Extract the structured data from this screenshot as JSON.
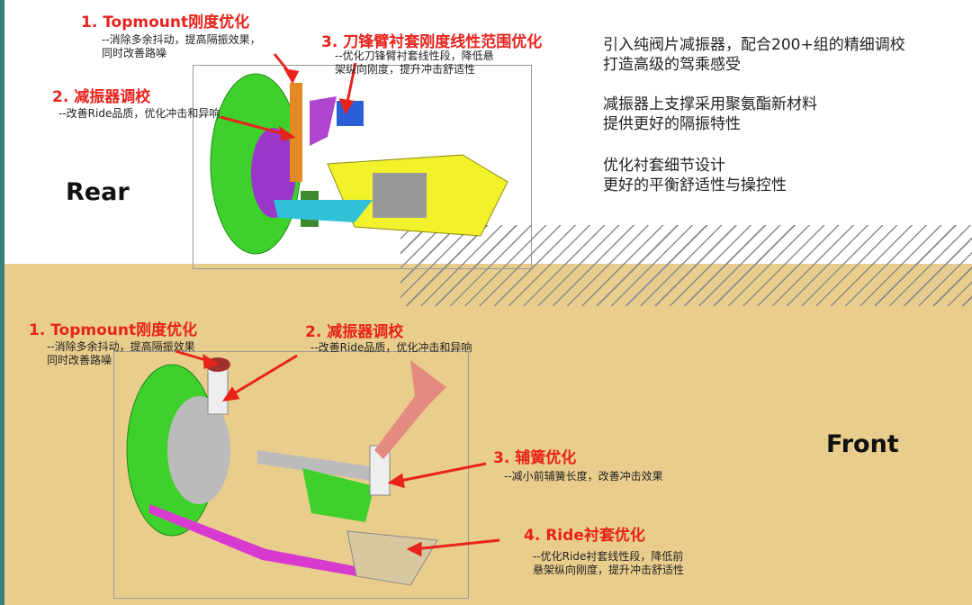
{
  "rear": {
    "label": "Rear",
    "items": [
      {
        "title": "1. Topmount刚度优化",
        "notes": [
          "--消除多余抖动，提高隔振效果，",
          "同时改善路噪"
        ]
      },
      {
        "title": "2. 减振器调校",
        "notes": [
          "--改善Ride品质，优化冲击和异响"
        ]
      },
      {
        "title": "3. 刀锋臂衬套刚度线性范围优化",
        "notes": [
          "--优化刀锋臂衬套线性段，降低悬",
          "架纵向刚度，提升冲击舒适性"
        ]
      }
    ],
    "summary": [
      "引入纯阀片减振器，配合200+组的精细调校",
      "打造高级的驾乘感受",
      "减振器上支撑采用聚氨酯新材料",
      "提供更好的隔振特性",
      "优化衬套细节设计",
      "更好的平衡舒适性与操控性"
    ]
  },
  "front": {
    "label": "Front",
    "items": [
      {
        "title": "1. Topmount刚度优化",
        "notes": [
          "--消除多余抖动，提高隔振效果",
          "同时改善路噪"
        ]
      },
      {
        "title": "2. 减振器调校",
        "notes": [
          "--改善Ride品质，优化冲击和异响"
        ]
      },
      {
        "title": "3. 辅簧优化",
        "notes": [
          "--减小前辅簧长度，改善冲击效果"
        ]
      },
      {
        "title": "4. Ride衬套优化",
        "notes": [
          "--优化Ride衬套线性段，降低前",
          "悬架纵向刚度，提升冲击舒适性"
        ]
      }
    ]
  }
}
